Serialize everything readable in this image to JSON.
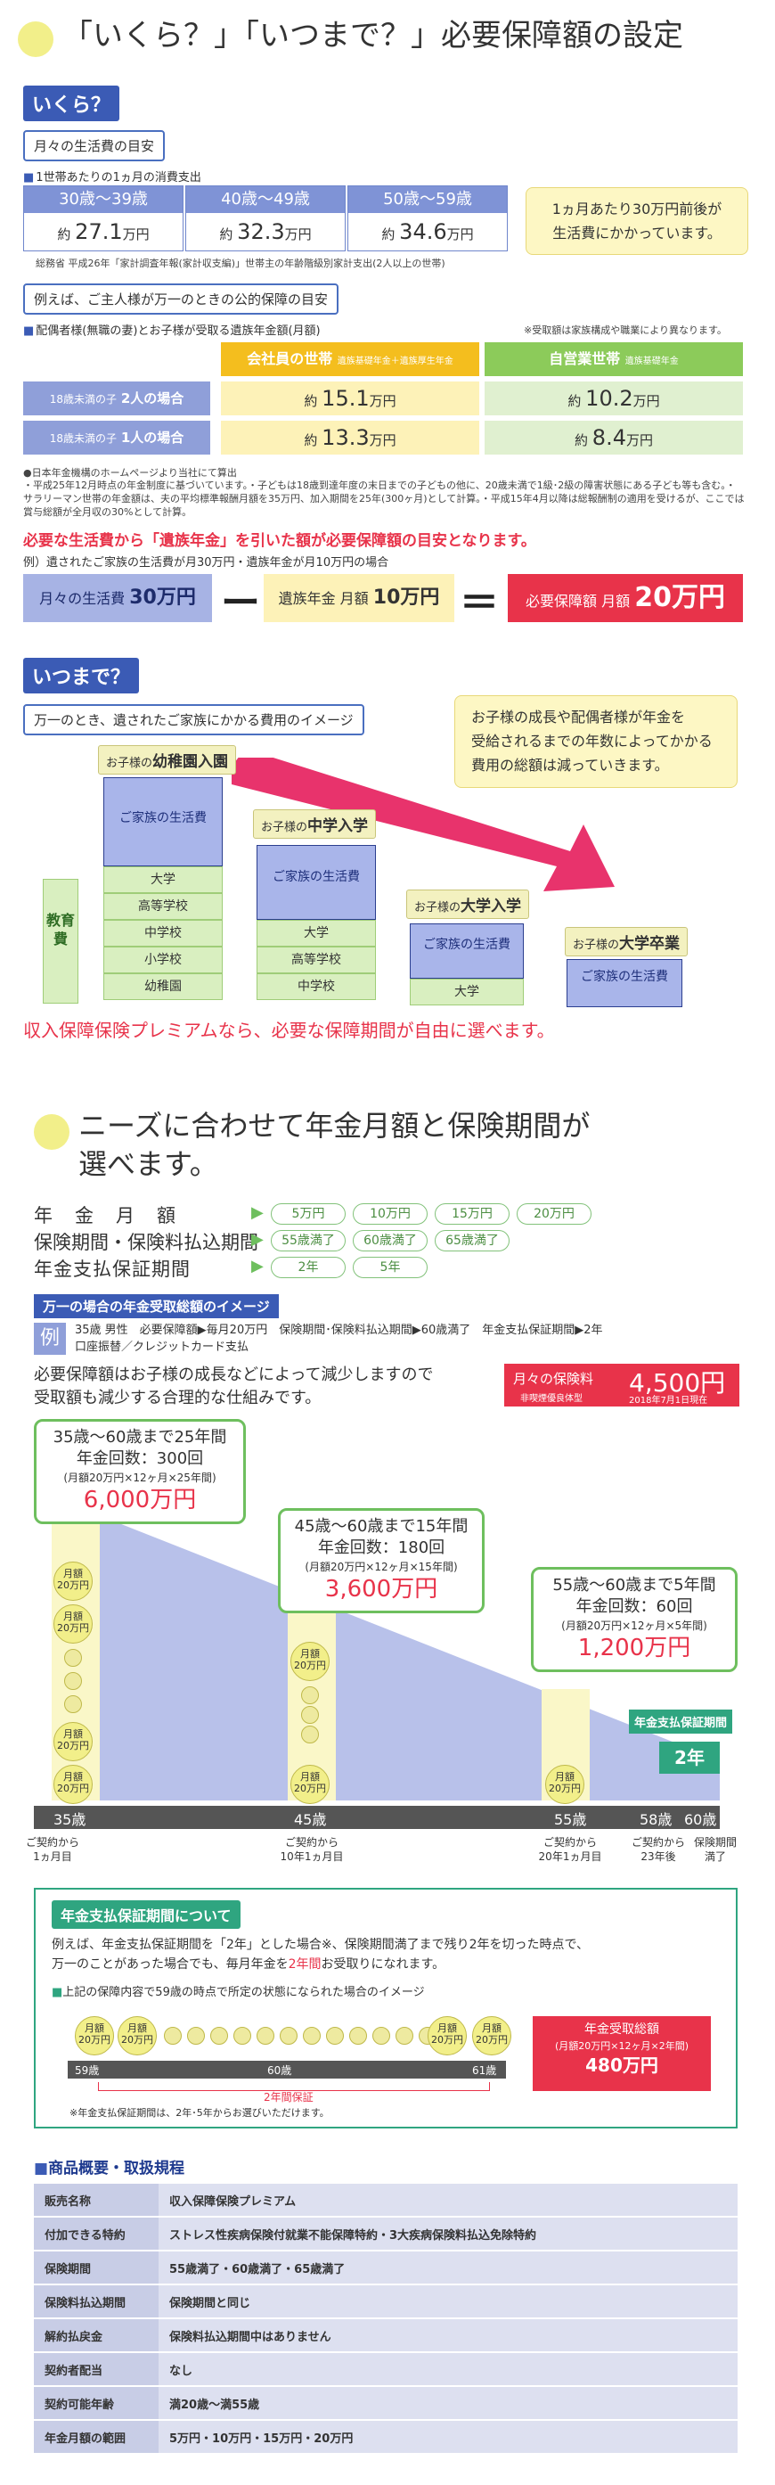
{
  "section1": {
    "title": "「いくら？」「いつまで？」必要保障額の設定",
    "ikura_label": "いくら？",
    "living_cost_label": "月々の生活費の目安",
    "living_cost_sub": "1世帯あたりの1ヵ月の消費支出",
    "age_groups": [
      {
        "age": "30歳〜39歳",
        "prefix": "約",
        "value": "27.1",
        "unit": "万円"
      },
      {
        "age": "40歳〜49歳",
        "prefix": "約",
        "value": "32.3",
        "unit": "万円"
      },
      {
        "age": "50歳〜59歳",
        "prefix": "約",
        "value": "34.6",
        "unit": "万円"
      }
    ],
    "living_cost_source": "総務省 平成26年「家計調査年報(家計収支編)」世帯主の年齢階級別家計支出(2人以上の世帯)",
    "living_cost_note_1": "1ヵ月あたり30万円前後が",
    "living_cost_note_2": "生活費にかかっています。",
    "public_label": "例えば、ご主人様が万一のときの公的保障の目安",
    "public_sub": "配偶者様(無職の妻)とお子様が受取る遺族年金額(月額)",
    "public_note": "※受取額は家族構成や職業により異なります。",
    "col_employee": "会社員の世帯",
    "col_employee_sub": "遺族基礎年金＋遺族厚生年金",
    "col_selfemployed": "自営業世帯",
    "col_selfemployed_sub": "遺族基礎年金",
    "rows": [
      {
        "label_pre": "18歳未満の子",
        "label_main": "2人の場合",
        "emp": "15.1",
        "self": "10.2"
      },
      {
        "label_pre": "18歳未満の子",
        "label_main": "1人の場合",
        "emp": "13.3",
        "self": "8.4"
      }
    ],
    "prefix": "約",
    "unit": "万円",
    "footnote_1": "●日本年金機構のホームページより当社にて算出",
    "footnote_2": "・平成25年12月時点の年金制度に基づいています。・子どもは18歳到達年度の末日までの子どもの他に、20歳未満で1級･2級の障害状態にある子ども等も含む。・サラリーマン世帯の年金額は、夫の平均標準報酬月額を35万円、加入期間を25年(300ヶ月)として計算。・平成15年4月以降は総報酬制の適用を受けるが、ここでは賞与総額が全月収の30%として計算。",
    "red_statement": "必要な生活費から「遺族年金」を引いた額が必要保障額の目安となります。",
    "example_line": "例）遺されたご家族の生活費が月30万円・遺族年金が月10万円の場合",
    "eq_living_label": "月々の生活費",
    "eq_living_value": "30万円",
    "eq_minus": "ー",
    "eq_pension_label": "遺族年金 月額",
    "eq_pension_value": "10万円",
    "eq_equal": "＝",
    "eq_need_label": "必要保障額",
    "eq_need_prefix": "月額",
    "eq_need_value": "20万円"
  },
  "section_itsumade": {
    "label": "いつまで？",
    "image_caption": "万一のとき、遺されたご家族にかかる費用のイメージ",
    "note_1": "お子様の成長や配偶者様が年金を",
    "note_2": "受給されるまでの年数によってかかる",
    "note_3": "費用の総額は減っていきます。",
    "stage_prefix": "お子様の",
    "stages": [
      "幼稚園入園",
      "中学入学",
      "大学入学",
      "大学卒業"
    ],
    "family_cost": "ご家族の生活費",
    "edu_label": "教育費",
    "edu_items_1": [
      "大学",
      "高等学校",
      "中学校",
      "小学校",
      "幼稚園"
    ],
    "edu_items_2": [
      "大学",
      "高等学校",
      "中学校"
    ],
    "edu_items_3": [
      "大学"
    ],
    "pink_statement": "収入保障保険プレミアムなら、必要な保障期間が自由に選べます。"
  },
  "section2": {
    "title_1": "ニーズに合わせて年金月額と保険期間が",
    "title_2": "選べます。",
    "opt1_label": "年　金　月　額",
    "opt1_values": [
      "5万円",
      "10万円",
      "15万円",
      "20万円"
    ],
    "opt2_label": "保険期間・保険料払込期間",
    "opt2_values": [
      "55歳満了",
      "60歳満了",
      "65歳満了"
    ],
    "opt3_label": "年金支払保証期間",
    "opt3_values": [
      "2年",
      "5年"
    ],
    "image_label": "万一の場合の年金受取総額のイメージ",
    "example_tag": "例",
    "example_1": "35歳 男性　必要保障額▶毎月20万円　保険期間･保険料払込期間▶60歳満了　年金支払保証期間▶2年",
    "example_2": "口座振替／クレジットカード支払",
    "desc_1": "必要保障額はお子様の成長などによって減少しますので",
    "desc_2": "受取額も減少する合理的な仕組みです。",
    "premium_label": "月々の保険料",
    "premium_value": "4,500円",
    "premium_sub": "非喫煙優良体型",
    "premium_date": "2018年7月1日現在",
    "box1_1": "35歳〜60歳まで25年間",
    "box1_2": "年金回数：300回",
    "box1_3": "(月額20万円×12ヶ月×25年間)",
    "box1_4": "6,000万円",
    "box2_1": "45歳〜60歳まで15年間",
    "box2_2": "年金回数：180回",
    "box2_3": "(月額20万円×12ヶ月×15年間)",
    "box2_4": "3,600万円",
    "box3_1": "55歳〜60歳まで5年間",
    "box3_2": "年金回数：60回",
    "box3_3": "(月額20万円×12ヶ月×5年間)",
    "box3_4": "1,200万円",
    "monthly_circle_top": "月額",
    "monthly_circle_val": "20万円",
    "guarantee_label": "年金支払保証期間",
    "guarantee_value": "2年",
    "axis_ages": [
      "35歳",
      "45歳",
      "55歳",
      "58歳",
      "60歳"
    ],
    "under_1": "ご契約から\n1ヵ月目",
    "under_2": "ご契約から\n10年1ヵ月目",
    "under_3": "ご契約から\n20年1ヵ月目",
    "under_4": "ご契約から\n23年後",
    "under_5": "保険期間\n満了"
  },
  "guarantee_box": {
    "title": "年金支払保証期間について",
    "text_1": "例えば、年金支払保証期間を「2年」とした場合※、保険期間満了まで残り2年を切った時点で、",
    "text_2a": "万一のことがあった場合でも、毎月年金を",
    "text_2b": "2年間",
    "text_2c": "お受取りになれます。",
    "sub": "上記の保障内容で59歳の時点で所定の状態になられた場合のイメージ",
    "ages": [
      "59歳",
      "60歳",
      "61歳"
    ],
    "period_label": "2年間保証",
    "total_label": "年金受取総額",
    "total_calc": "(月額20万円×12ヶ月×2年間)",
    "total_value": "480万円",
    "note": "※年金支払保証期間は、2年･5年からお選びいただけます。"
  },
  "spec": {
    "title": "商品概要・取扱規程",
    "rows": [
      {
        "k": "販売名称",
        "v": "収入保障保険プレミアム"
      },
      {
        "k": "付加できる特約",
        "v": "ストレス性疾病保険付就業不能保障特約・3大疾病保険料払込免除特約"
      },
      {
        "k": "保険期間",
        "v": "55歳満了・60歳満了・65歳満了"
      },
      {
        "k": "保険料払込期間",
        "v": "保険期間と同じ"
      },
      {
        "k": "解約払戻金",
        "v": "保険料払込期間中はありません"
      },
      {
        "k": "契約者配当",
        "v": "なし"
      },
      {
        "k": "契約可能年齢",
        "v": "満20歳〜満55歳"
      },
      {
        "k": "年金月額の範囲",
        "v": "5万円・10万円・15万円・20万円"
      }
    ]
  },
  "colors": {
    "blue": "#3b5bb5",
    "red": "#e8334a",
    "green": "#6ebf5e",
    "yellow": "#f2ef8a"
  }
}
